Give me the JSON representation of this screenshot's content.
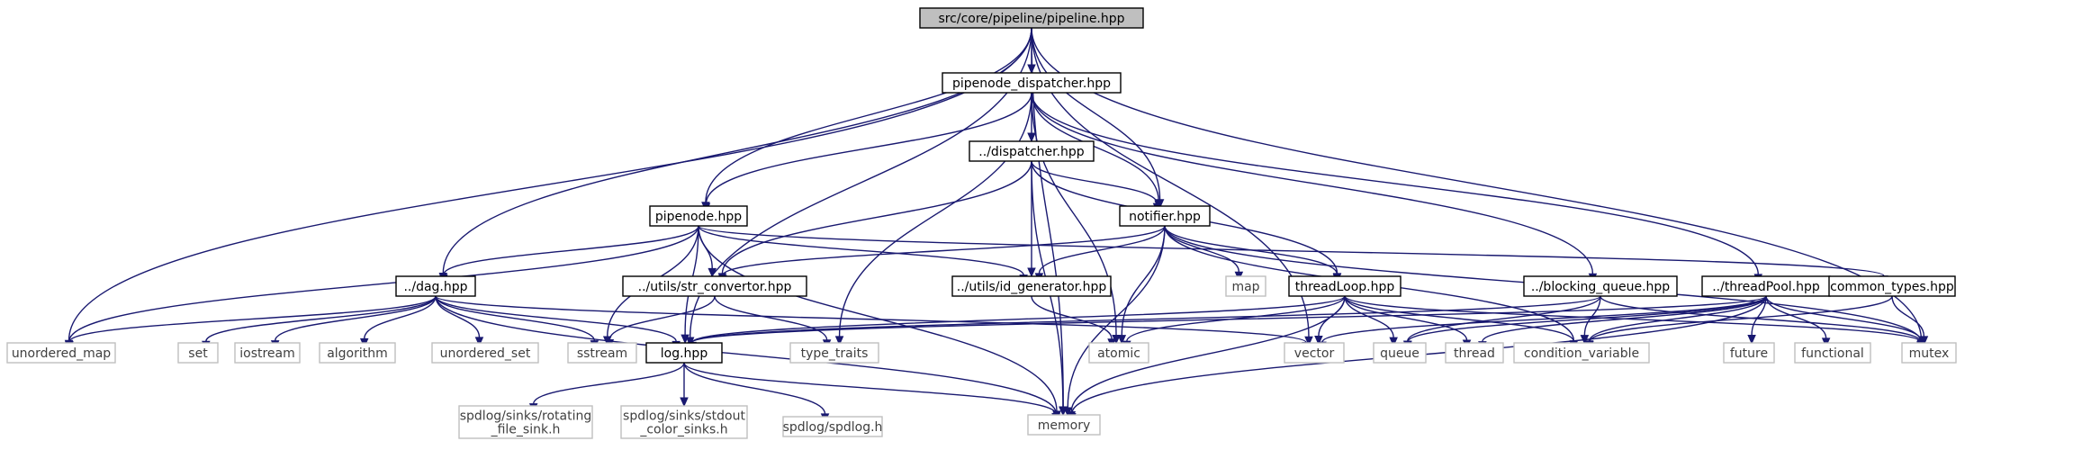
{
  "diagram": {
    "type": "include-dependency-graph",
    "edge_color": "#191970",
    "root_fill": "#bfbfbf",
    "external_border": "#bfbfbf",
    "nodes": [
      {
        "id": "pipeline",
        "label": "src/core/pipeline/pipeline.hpp",
        "kind": "root"
      },
      {
        "id": "pipenode_dispatcher",
        "label": "pipenode_dispatcher.hpp",
        "kind": "internal"
      },
      {
        "id": "dispatcher",
        "label": "../dispatcher.hpp",
        "kind": "internal"
      },
      {
        "id": "pipenode",
        "label": "pipenode.hpp",
        "kind": "internal"
      },
      {
        "id": "notifier",
        "label": "notifier.hpp",
        "kind": "internal"
      },
      {
        "id": "dag",
        "label": "../dag.hpp",
        "kind": "internal"
      },
      {
        "id": "str_convertor",
        "label": "../utils/str_convertor.hpp",
        "kind": "internal"
      },
      {
        "id": "id_generator",
        "label": "../utils/id_generator.hpp",
        "kind": "internal"
      },
      {
        "id": "threadLoop",
        "label": "threadLoop.hpp",
        "kind": "internal"
      },
      {
        "id": "blocking_queue",
        "label": "../blocking_queue.hpp",
        "kind": "internal"
      },
      {
        "id": "threadPool",
        "label": "../threadPool.hpp",
        "kind": "internal"
      },
      {
        "id": "common_types",
        "label": "common_types.hpp",
        "kind": "internal"
      },
      {
        "id": "log",
        "label": "log.hpp",
        "kind": "internal"
      },
      {
        "id": "unordered_map",
        "label": "unordered_map",
        "kind": "external"
      },
      {
        "id": "set",
        "label": "set",
        "kind": "external"
      },
      {
        "id": "iostream",
        "label": "iostream",
        "kind": "external"
      },
      {
        "id": "algorithm",
        "label": "algorithm",
        "kind": "external"
      },
      {
        "id": "unordered_set",
        "label": "unordered_set",
        "kind": "external"
      },
      {
        "id": "sstream",
        "label": "sstream",
        "kind": "external"
      },
      {
        "id": "type_traits",
        "label": "type_traits",
        "kind": "external"
      },
      {
        "id": "atomic",
        "label": "atomic",
        "kind": "external"
      },
      {
        "id": "vector",
        "label": "vector",
        "kind": "external"
      },
      {
        "id": "queue",
        "label": "queue",
        "kind": "external"
      },
      {
        "id": "thread",
        "label": "thread",
        "kind": "external"
      },
      {
        "id": "condition_variable",
        "label": "condition_variable",
        "kind": "external"
      },
      {
        "id": "future",
        "label": "future",
        "kind": "external"
      },
      {
        "id": "functional",
        "label": "functional",
        "kind": "external"
      },
      {
        "id": "mutex",
        "label": "mutex",
        "kind": "external"
      },
      {
        "id": "map",
        "label": "map",
        "kind": "external"
      },
      {
        "id": "memory",
        "label": "memory",
        "kind": "external"
      },
      {
        "id": "rotating",
        "label": "spdlog/sinks/rotating\n_file_sink.h",
        "kind": "external"
      },
      {
        "id": "stdout",
        "label": "spdlog/sinks/stdout\n_color_sinks.h",
        "kind": "external"
      },
      {
        "id": "spdlog",
        "label": "spdlog/spdlog.h",
        "kind": "external"
      }
    ],
    "edges": [
      [
        "pipeline",
        "pipenode_dispatcher"
      ],
      [
        "pipeline",
        "pipenode"
      ],
      [
        "pipeline",
        "notifier"
      ],
      [
        "pipeline",
        "dag"
      ],
      [
        "pipeline",
        "log"
      ],
      [
        "pipeline",
        "unordered_map"
      ],
      [
        "pipeline",
        "vector"
      ],
      [
        "pipeline",
        "mutex"
      ],
      [
        "pipeline",
        "memory"
      ],
      [
        "pipenode_dispatcher",
        "dispatcher"
      ],
      [
        "pipenode_dispatcher",
        "pipenode"
      ],
      [
        "pipenode_dispatcher",
        "notifier"
      ],
      [
        "pipenode_dispatcher",
        "type_traits"
      ],
      [
        "pipenode_dispatcher",
        "atomic"
      ],
      [
        "pipenode_dispatcher",
        "blocking_queue"
      ],
      [
        "pipenode_dispatcher",
        "threadPool"
      ],
      [
        "dispatcher",
        "notifier"
      ],
      [
        "dispatcher",
        "str_convertor"
      ],
      [
        "dispatcher",
        "id_generator"
      ],
      [
        "dispatcher",
        "threadLoop"
      ],
      [
        "dispatcher",
        "memory"
      ],
      [
        "pipenode",
        "dag"
      ],
      [
        "pipenode",
        "str_convertor"
      ],
      [
        "pipenode",
        "id_generator"
      ],
      [
        "pipenode",
        "log"
      ],
      [
        "pipenode",
        "common_types"
      ],
      [
        "pipenode",
        "unordered_map"
      ],
      [
        "pipenode",
        "memory"
      ],
      [
        "pipenode",
        "sstream"
      ],
      [
        "notifier",
        "str_convertor"
      ],
      [
        "notifier",
        "id_generator"
      ],
      [
        "notifier",
        "threadLoop"
      ],
      [
        "notifier",
        "map"
      ],
      [
        "notifier",
        "atomic"
      ],
      [
        "notifier",
        "memory"
      ],
      [
        "notifier",
        "condition_variable"
      ],
      [
        "notifier",
        "mutex"
      ],
      [
        "dag",
        "unordered_map"
      ],
      [
        "dag",
        "set"
      ],
      [
        "dag",
        "iostream"
      ],
      [
        "dag",
        "algorithm"
      ],
      [
        "dag",
        "unordered_set"
      ],
      [
        "dag",
        "sstream"
      ],
      [
        "dag",
        "log"
      ],
      [
        "dag",
        "memory"
      ],
      [
        "dag",
        "vector"
      ],
      [
        "str_convertor",
        "sstream"
      ],
      [
        "str_convertor",
        "type_traits"
      ],
      [
        "id_generator",
        "atomic"
      ],
      [
        "threadLoop",
        "log"
      ],
      [
        "threadLoop",
        "atomic"
      ],
      [
        "threadLoop",
        "memory"
      ],
      [
        "threadLoop",
        "vector"
      ],
      [
        "threadLoop",
        "queue"
      ],
      [
        "threadLoop",
        "thread"
      ],
      [
        "threadLoop",
        "condition_variable"
      ],
      [
        "threadLoop",
        "mutex"
      ],
      [
        "blocking_queue",
        "log"
      ],
      [
        "blocking_queue",
        "queue"
      ],
      [
        "blocking_queue",
        "condition_variable"
      ],
      [
        "blocking_queue",
        "mutex"
      ],
      [
        "threadPool",
        "log"
      ],
      [
        "threadPool",
        "vector"
      ],
      [
        "threadPool",
        "queue"
      ],
      [
        "threadPool",
        "thread"
      ],
      [
        "threadPool",
        "condition_variable"
      ],
      [
        "threadPool",
        "future"
      ],
      [
        "threadPool",
        "functional"
      ],
      [
        "threadPool",
        "mutex"
      ],
      [
        "threadPool",
        "memory"
      ],
      [
        "common_types",
        "condition_variable"
      ],
      [
        "common_types",
        "mutex"
      ],
      [
        "log",
        "rotating"
      ],
      [
        "log",
        "stdout"
      ],
      [
        "log",
        "spdlog"
      ],
      [
        "log",
        "memory"
      ]
    ]
  }
}
